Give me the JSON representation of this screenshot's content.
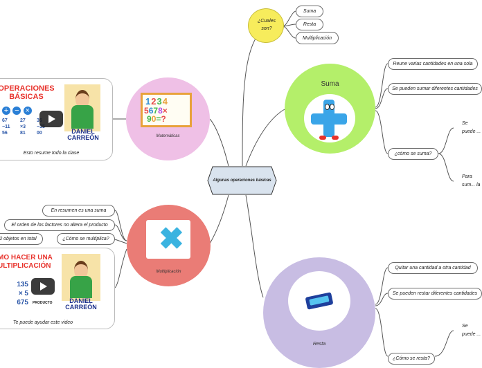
{
  "central": {
    "label": "Algunas operaciones básicas"
  },
  "questions": {
    "label": "¿Cuales son?",
    "items": [
      "Suma",
      "Resta",
      "Multiplicación"
    ]
  },
  "matematicas": {
    "label": "Matemáticas"
  },
  "multiplicacion": {
    "label": "Multiplicación"
  },
  "video1": {
    "headline": "OPERACIONES BÁSICAS",
    "brand": "DANIEL CARREÓN",
    "caption": "Esto resume todo la clase",
    "math_left": "67\n−11\n56",
    "math_mid": "27\n×3\n81",
    "math_right": "35\n−35\n00"
  },
  "video2": {
    "headline": "MO HACER UNA\nULTIPLICACIÓN",
    "brand": "DANIEL CARREÓN",
    "caption": "Te puede ayudar este video",
    "math": "135\n× 5\n675",
    "producto": "PRODUCTO"
  },
  "suma": {
    "title": "Suma",
    "items": [
      "Reune varias cantidades en una  sola",
      "Se pueden sumar diferentes cantidades",
      "¿cómo se suma?"
    ],
    "sub": [
      "Se puede ... pequeñas)",
      "Para sum... la derecha"
    ]
  },
  "resta": {
    "title": "Resta",
    "items": [
      "Quitar una cantidad a otra cantidad",
      "Se pueden restar diferentes cantidades",
      "¿Cómo se resta?"
    ],
    "sub": [
      "Se puede ... pequeñas)"
    ]
  },
  "mult_items": [
    "En resumen es una  suma",
    "El orden de los factores no altera el producto",
    "¿Cómo se multiplica?",
    "2 objetos en total"
  ],
  "colors": {
    "matematicas": "#efc0e6",
    "multiplicacion": "#ea7c76",
    "suma": "#b4ef6a",
    "resta": "#c8bde3",
    "questions": "#f7ec5c",
    "central": "#d9e3ee"
  }
}
